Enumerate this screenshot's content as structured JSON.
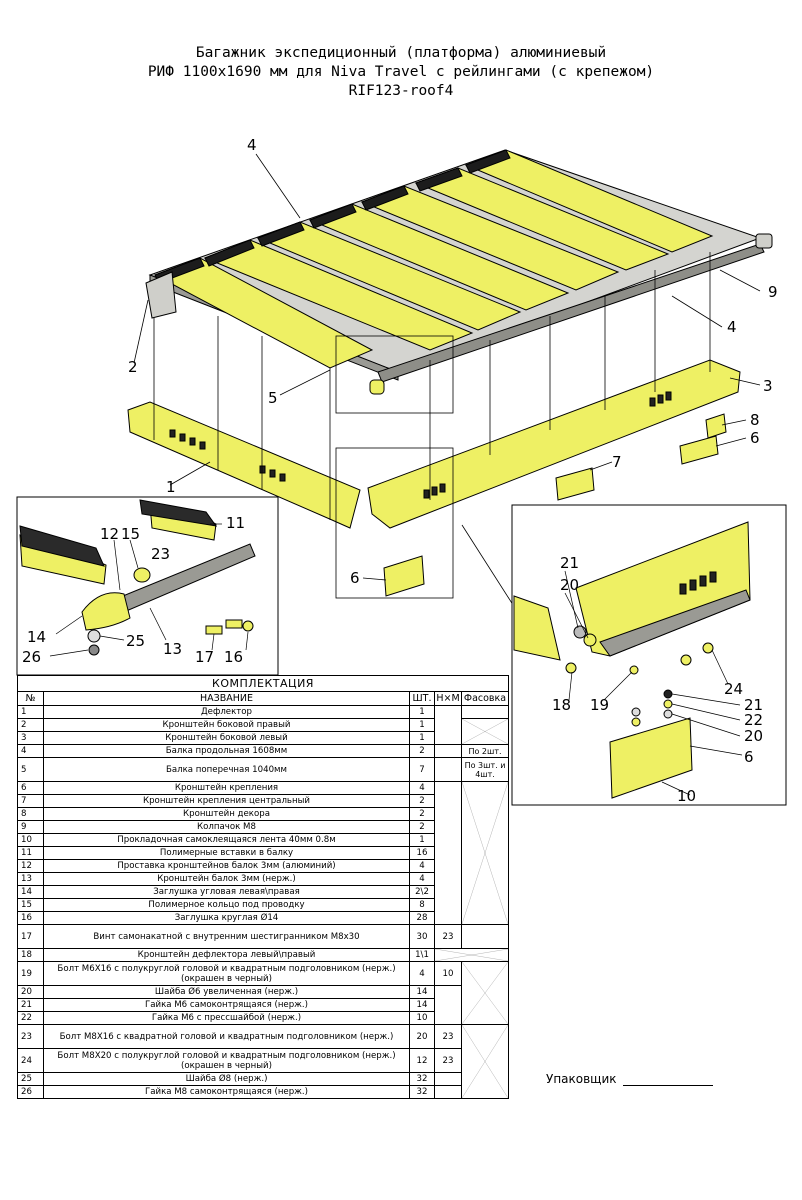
{
  "title": {
    "line1": "Багажник экспедиционный (платформа) алюминиевый",
    "line2": "РИФ 1100x1690 мм для Niva Travel с рейлингами (с крепежом)",
    "line3": "RIF123-roof4"
  },
  "callouts": {
    "main": [
      "4",
      "4",
      "2",
      "5",
      "3",
      "9",
      "8",
      "6",
      "7",
      "1",
      "6"
    ],
    "left_inset": [
      "11",
      "12",
      "15",
      "23",
      "14",
      "25",
      "13",
      "26",
      "17",
      "16"
    ],
    "right_inset": [
      "21",
      "20",
      "18",
      "19",
      "24",
      "21",
      "22",
      "20",
      "6",
      "10"
    ]
  },
  "colors": {
    "yellow": "#eef064",
    "black_bar": "#1c1c1c",
    "steel": "#9a9a94",
    "line": "#000000"
  },
  "table": {
    "caption": "КОМПЛЕКТАЦИЯ",
    "headers": [
      "№",
      "НАЗВАНИЕ",
      "ШТ.",
      "Н×М",
      "Фасовка"
    ],
    "rows": [
      {
        "n": "1",
        "name": "Дефлектор",
        "qty": "1",
        "nm": "",
        "pack": ""
      },
      {
        "n": "2",
        "name": "Кронштейн боковой правый",
        "qty": "1",
        "nm": "",
        "pack": ""
      },
      {
        "n": "3",
        "name": "Кронштейн боковой левый",
        "qty": "1",
        "nm": "",
        "pack": ""
      },
      {
        "n": "4",
        "name": "Балка продольная 1608мм",
        "qty": "2",
        "nm": "",
        "pack": "По 2шт."
      },
      {
        "n": "5",
        "name": "Балка поперечная 1040мм",
        "qty": "7",
        "nm": "",
        "pack": "По 3шт. и 4шт."
      },
      {
        "n": "6",
        "name": "Кронштейн крепления",
        "qty": "4",
        "nm": "",
        "pack": ""
      },
      {
        "n": "7",
        "name": "Кронштейн крепления центральный",
        "qty": "2",
        "nm": "",
        "pack": ""
      },
      {
        "n": "8",
        "name": "Кронштейн декора",
        "qty": "2",
        "nm": "",
        "pack": ""
      },
      {
        "n": "9",
        "name": "Колпачок М8",
        "qty": "2",
        "nm": "",
        "pack": ""
      },
      {
        "n": "10",
        "name": "Прокладочная самоклеящаяся лента 40мм 0.8м",
        "qty": "1",
        "nm": "",
        "pack": ""
      },
      {
        "n": "11",
        "name": "Полимерные вставки в балку",
        "qty": "16",
        "nm": "",
        "pack": ""
      },
      {
        "n": "12",
        "name": "Проставка кронштейнов балок 3мм (алюминий)",
        "qty": "4",
        "nm": "",
        "pack": ""
      },
      {
        "n": "13",
        "name": "Кронштейн балок 3мм (нерж.)",
        "qty": "4",
        "nm": "",
        "pack": ""
      },
      {
        "n": "14",
        "name": "Заглушка угловая левая\\правая",
        "qty": "2\\2",
        "nm": "",
        "pack": ""
      },
      {
        "n": "15",
        "name": "Полимерное кольцо под проводку",
        "qty": "8",
        "nm": "",
        "pack": ""
      },
      {
        "n": "16",
        "name": "Заглушка круглая Ø14",
        "qty": "28",
        "nm": "",
        "pack": ""
      },
      {
        "n": "17",
        "name": "Винт самонакатной с внутренним шестигранником М8x30",
        "qty": "30",
        "nm": "23",
        "pack": ""
      },
      {
        "n": "18",
        "name": "Кронштейн дефлектора левый\\правый",
        "qty": "1\\1",
        "nm": "",
        "pack": ""
      },
      {
        "n": "19",
        "name": "Болт М6Х16 с полукруглой головой и квадратным подголовником (нерж.)   (окрашен в черный)",
        "qty": "4",
        "nm": "10",
        "pack": ""
      },
      {
        "n": "20",
        "name": "Шайба Ø6 увеличенная (нерж.)",
        "qty": "14",
        "nm": "",
        "pack": ""
      },
      {
        "n": "21",
        "name": "Гайка М6 самоконтрящаяся (нерж.)",
        "qty": "14",
        "nm": "",
        "pack": ""
      },
      {
        "n": "22",
        "name": "Гайка М6 с прессшайбой (нерж.)",
        "qty": "10",
        "nm": "",
        "pack": ""
      },
      {
        "n": "23",
        "name": "Болт М8Х16 с квадратной головой и квадратным подголовником (нерж.)",
        "qty": "20",
        "nm": "23",
        "pack": ""
      },
      {
        "n": "24",
        "name": "Болт М8Х20 с полукруглой головой и квадратным подголовником (нерж.)   (окрашен в черный)",
        "qty": "12",
        "nm": "23",
        "pack": ""
      },
      {
        "n": "25",
        "name": "Шайба Ø8 (нерж.)",
        "qty": "32",
        "nm": "",
        "pack": ""
      },
      {
        "n": "26",
        "name": "Гайка М8 самоконтрящаяся (нерж.)",
        "qty": "32",
        "nm": "",
        "pack": ""
      }
    ]
  },
  "packer": {
    "label": "Упаковщик"
  }
}
